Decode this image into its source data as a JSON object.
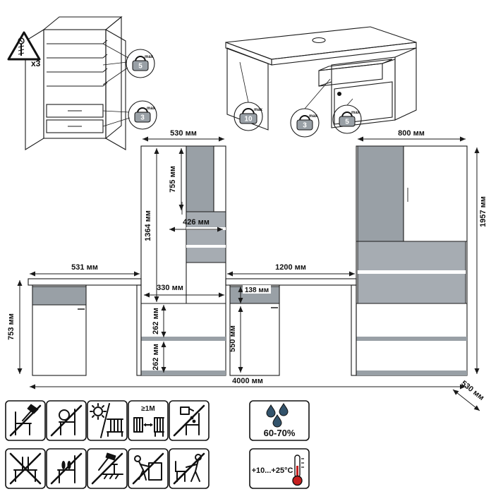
{
  "colors": {
    "panel_gray": "#99a0a6",
    "niche_gray": "#a6acb2",
    "line": "#1a1a1a"
  },
  "assembly": {
    "screws_note": "x3",
    "wardrobe_limits": [
      {
        "value": "5",
        "max": "max"
      },
      {
        "value": "3",
        "max": "max"
      }
    ],
    "desk_limits": [
      {
        "value": "10",
        "max": "max"
      },
      {
        "value": "3",
        "max": "max"
      },
      {
        "value": "5",
        "max": "max"
      }
    ]
  },
  "elevation": {
    "cabinet_left": {
      "width": "530 мм",
      "door_height": "755 мм",
      "body_height": "1364 мм",
      "niche_width": "426 мм",
      "niche_height": "330 мм",
      "drawer_top_height": "262 мм",
      "drawer_bottom_height": "262 мм"
    },
    "cabinet_right": {
      "width": "800 мм",
      "height": "1957 мм"
    },
    "desk_left": {
      "width": "531 мм",
      "height": "753 мм"
    },
    "desk_right": {
      "width": "1200 мм",
      "drawer_height": "138 мм",
      "underdesk_height": "550 мм"
    },
    "total_width": "4000 мм",
    "depth": "530 мм"
  },
  "care": {
    "distance_label": "≥1М",
    "humidity": "60-70%",
    "temperature": "+10...+25°С",
    "row1_icons": [
      "no-axe-impact",
      "no-hanging-load",
      "sun-protection",
      "heat-distance",
      "no-liquids"
    ],
    "row2_icons": [
      "no-standing",
      "no-feet-on-furniture",
      "no-hammering",
      "no-pushing",
      "no-dragging"
    ]
  }
}
